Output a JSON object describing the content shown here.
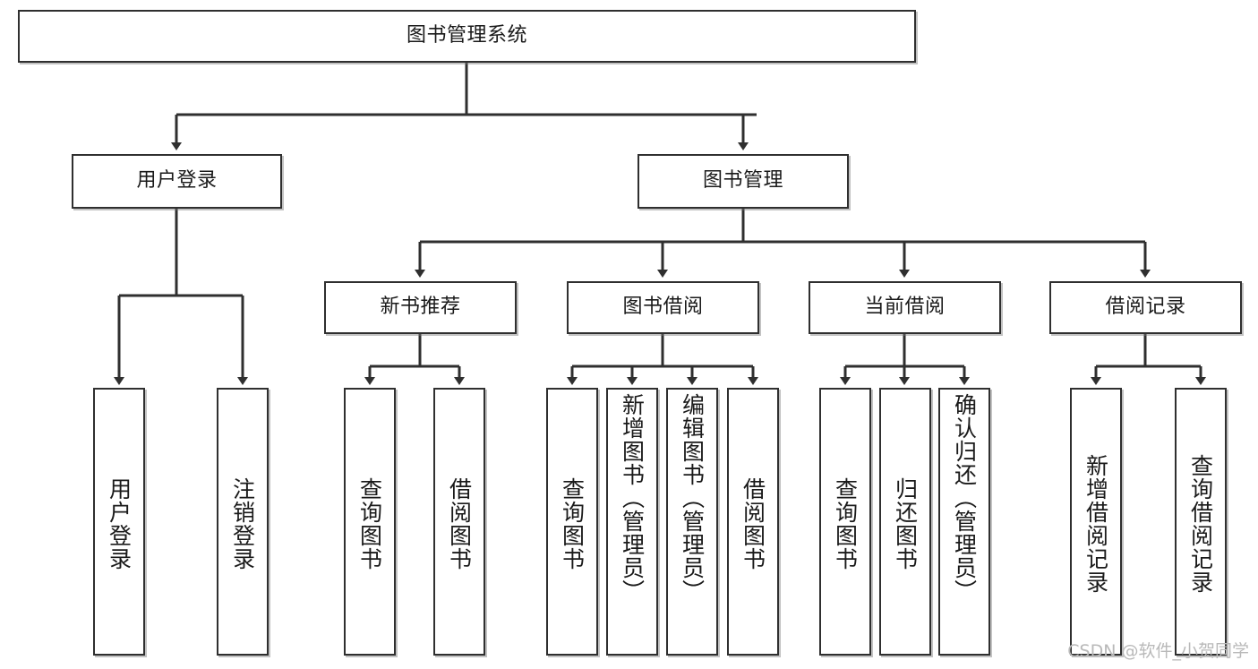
{
  "diagram": {
    "type": "tree-hierarchy",
    "title": "图书管理系统",
    "watermark": "CSDN @软件_小贺同学",
    "colors": {
      "stroke": "#2f2f2f",
      "fill": "#ffffff",
      "text": "#1a1a1a",
      "watermark": "#b9b9b9"
    },
    "levels": {
      "level1": "图书管理系统",
      "level2": [
        "用户登录",
        "图书管理"
      ],
      "level3": [
        "新书推荐",
        "图书借阅",
        "当前借阅",
        "借阅记录"
      ]
    },
    "nodes": [
      {
        "id": "root",
        "label": "图书管理系统",
        "level": 1,
        "orientation": "horizontal"
      },
      {
        "id": "user-login",
        "label": "用户登录",
        "level": 2,
        "orientation": "horizontal",
        "parent": "root"
      },
      {
        "id": "book-manage",
        "label": "图书管理",
        "level": 2,
        "orientation": "horizontal",
        "parent": "root"
      },
      {
        "id": "new-book-rec",
        "label": "新书推荐",
        "level": 3,
        "orientation": "horizontal",
        "parent": "book-manage"
      },
      {
        "id": "book-borrow",
        "label": "图书借阅",
        "level": 3,
        "orientation": "horizontal",
        "parent": "book-manage"
      },
      {
        "id": "current-borrow",
        "label": "当前借阅",
        "level": 3,
        "orientation": "horizontal",
        "parent": "book-manage"
      },
      {
        "id": "borrow-record",
        "label": "借阅记录",
        "level": 3,
        "orientation": "horizontal",
        "parent": "book-manage"
      },
      {
        "id": "leaf-user-login",
        "label": "用户登录",
        "level": 3,
        "orientation": "vertical",
        "parent": "user-login"
      },
      {
        "id": "leaf-logout",
        "label": "注销登录",
        "level": 3,
        "orientation": "vertical",
        "parent": "user-login"
      },
      {
        "id": "leaf-query-book-1",
        "label": "查询图书",
        "level": 4,
        "orientation": "vertical",
        "parent": "new-book-rec"
      },
      {
        "id": "leaf-borrow-book-1",
        "label": "借阅图书",
        "level": 4,
        "orientation": "vertical",
        "parent": "new-book-rec"
      },
      {
        "id": "leaf-query-book-2",
        "label": "查询图书",
        "level": 4,
        "orientation": "vertical",
        "parent": "book-borrow"
      },
      {
        "id": "leaf-add-book",
        "label": "新增图书（管理员）",
        "level": 4,
        "orientation": "vertical",
        "parent": "book-borrow"
      },
      {
        "id": "leaf-edit-book",
        "label": "编辑图书（管理员）",
        "level": 4,
        "orientation": "vertical",
        "parent": "book-borrow"
      },
      {
        "id": "leaf-borrow-book-2",
        "label": "借阅图书",
        "level": 4,
        "orientation": "vertical",
        "parent": "book-borrow"
      },
      {
        "id": "leaf-query-book-3",
        "label": "查询图书",
        "level": 4,
        "orientation": "vertical",
        "parent": "current-borrow"
      },
      {
        "id": "leaf-return-book",
        "label": "归还图书",
        "level": 4,
        "orientation": "vertical",
        "parent": "current-borrow"
      },
      {
        "id": "leaf-confirm-return",
        "label": "确认归还（管理员）",
        "level": 4,
        "orientation": "vertical",
        "parent": "current-borrow"
      },
      {
        "id": "leaf-add-record",
        "label": "新增借阅记录",
        "level": 4,
        "orientation": "vertical",
        "parent": "borrow-record"
      },
      {
        "id": "leaf-query-record",
        "label": "查询借阅记录",
        "level": 4,
        "orientation": "vertical",
        "parent": "borrow-record"
      }
    ]
  }
}
